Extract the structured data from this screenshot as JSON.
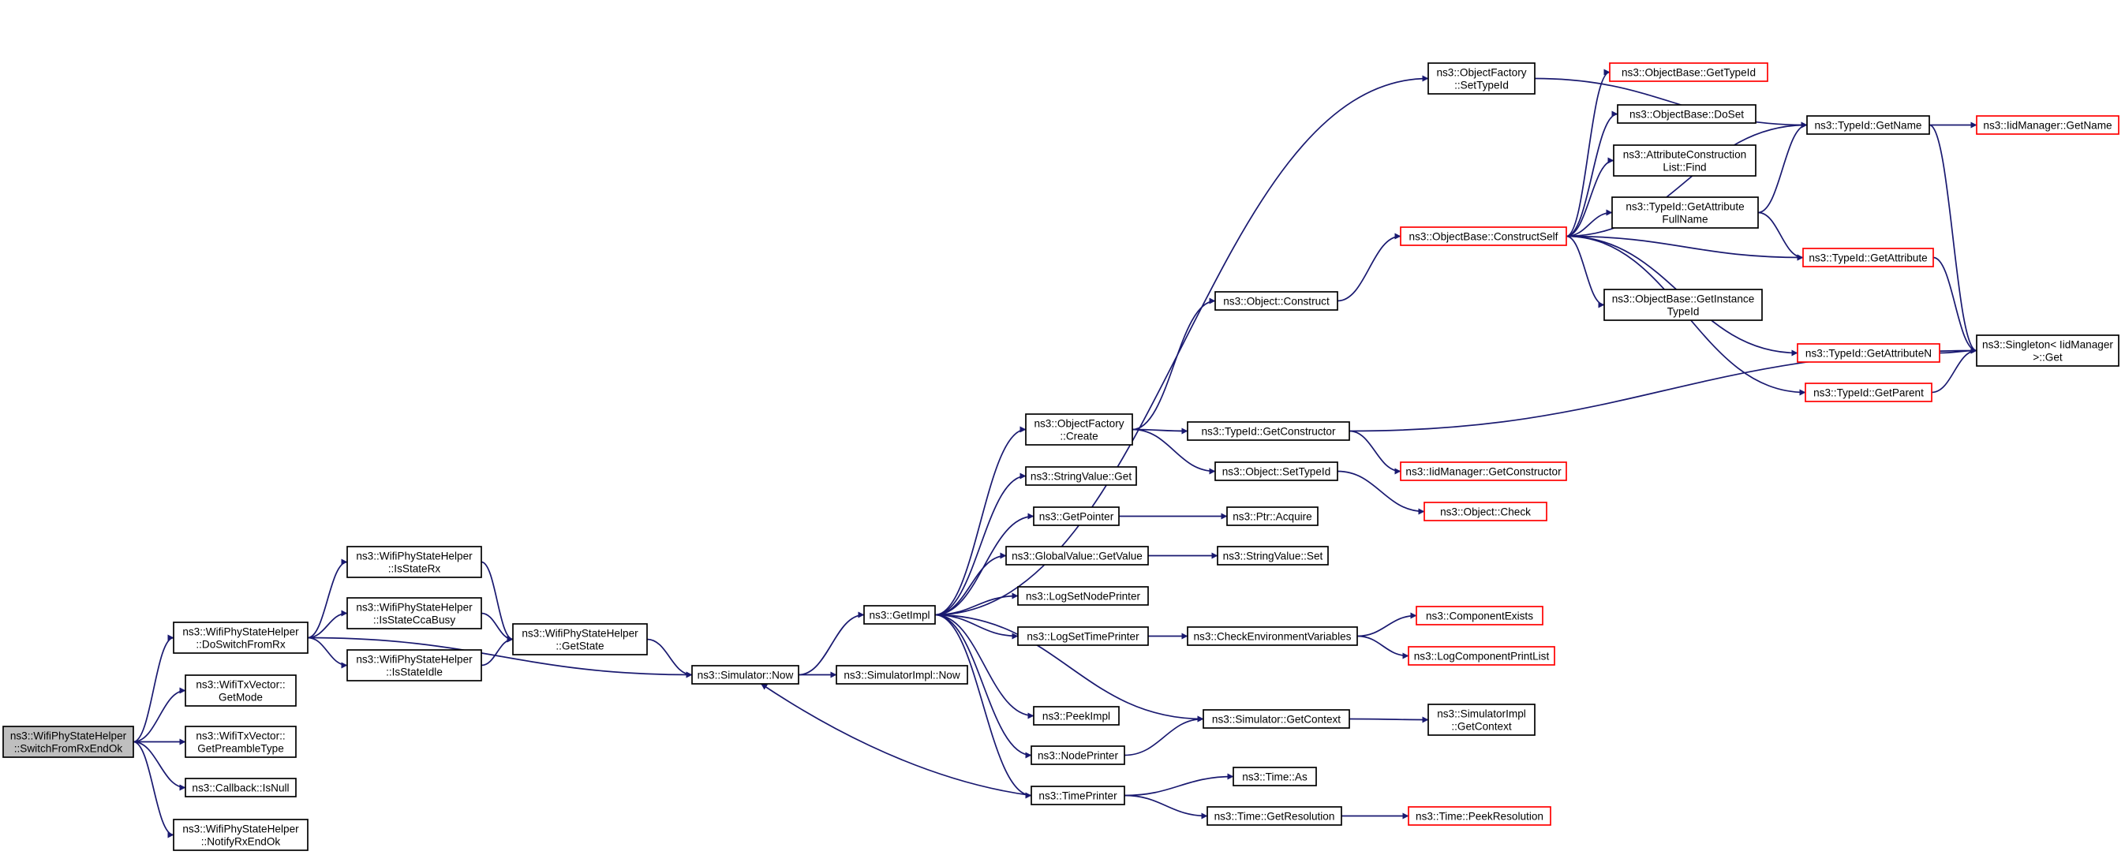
{
  "graph": {
    "edge_color": "#191970",
    "node_border_color": "#000000",
    "truncated_node_border_color": "#ff0000",
    "root_fill_color": "#bfbfbf",
    "nodes": [
      {
        "id": "root",
        "lines": [
          "ns3::WifiPhyStateHelper",
          "::SwitchFromRxEndOk"
        ],
        "style": "root"
      },
      {
        "id": "doSwitch",
        "lines": [
          "ns3::WifiPhyStateHelper",
          "::DoSwitchFromRx"
        ]
      },
      {
        "id": "getMode",
        "lines": [
          "ns3::WifiTxVector::",
          "GetMode"
        ]
      },
      {
        "id": "getPreamble",
        "lines": [
          "ns3::WifiTxVector::",
          "GetPreambleType"
        ]
      },
      {
        "id": "isNull",
        "lines": [
          "ns3::Callback::IsNull"
        ]
      },
      {
        "id": "notifyRx",
        "lines": [
          "ns3::WifiPhyStateHelper",
          "::NotifyRxEndOk"
        ]
      },
      {
        "id": "isStateRx",
        "lines": [
          "ns3::WifiPhyStateHelper",
          "::IsStateRx"
        ]
      },
      {
        "id": "isStateCca",
        "lines": [
          "ns3::WifiPhyStateHelper",
          "::IsStateCcaBusy"
        ]
      },
      {
        "id": "isStateIdle",
        "lines": [
          "ns3::WifiPhyStateHelper",
          "::IsStateIdle"
        ]
      },
      {
        "id": "getState",
        "lines": [
          "ns3::WifiPhyStateHelper",
          "::GetState"
        ]
      },
      {
        "id": "simNow",
        "lines": [
          "ns3::Simulator::Now"
        ]
      },
      {
        "id": "simImplNow",
        "lines": [
          "ns3::SimulatorImpl::Now"
        ]
      },
      {
        "id": "getImpl",
        "lines": [
          "ns3::GetImpl"
        ]
      },
      {
        "id": "ofCreate",
        "lines": [
          "ns3::ObjectFactory",
          "::Create"
        ]
      },
      {
        "id": "ofSetTypeId",
        "lines": [
          "ns3::ObjectFactory",
          "::SetTypeId"
        ]
      },
      {
        "id": "strValGet",
        "lines": [
          "ns3::StringValue::Get"
        ]
      },
      {
        "id": "getPointer",
        "lines": [
          "ns3::GetPointer"
        ]
      },
      {
        "id": "gvGetValue",
        "lines": [
          "ns3::GlobalValue::GetValue"
        ]
      },
      {
        "id": "logSetNode",
        "lines": [
          "ns3::LogSetNodePrinter"
        ]
      },
      {
        "id": "logSetTime",
        "lines": [
          "ns3::LogSetTimePrinter"
        ]
      },
      {
        "id": "peekImpl",
        "lines": [
          "ns3::PeekImpl"
        ]
      },
      {
        "id": "nodePrinter",
        "lines": [
          "ns3::NodePrinter"
        ]
      },
      {
        "id": "timePrinter",
        "lines": [
          "ns3::TimePrinter"
        ]
      },
      {
        "id": "objConstruct",
        "lines": [
          "ns3::Object::Construct"
        ]
      },
      {
        "id": "tidGetCtor",
        "lines": [
          "ns3::TypeId::GetConstructor"
        ]
      },
      {
        "id": "objSetTypeId",
        "lines": [
          "ns3::Object::SetTypeId"
        ]
      },
      {
        "id": "ptrAcquire",
        "lines": [
          "ns3::Ptr::Acquire"
        ]
      },
      {
        "id": "strValSet",
        "lines": [
          "ns3::StringValue::Set"
        ]
      },
      {
        "id": "checkEnv",
        "lines": [
          "ns3::CheckEnvironmentVariables"
        ]
      },
      {
        "id": "simGetCtx",
        "lines": [
          "ns3::Simulator::GetContext"
        ]
      },
      {
        "id": "timeAs",
        "lines": [
          "ns3::Time::As"
        ]
      },
      {
        "id": "timeGetRes",
        "lines": [
          "ns3::Time::GetResolution"
        ]
      },
      {
        "id": "obConstructSelf",
        "lines": [
          "ns3::ObjectBase::ConstructSelf"
        ],
        "style": "red"
      },
      {
        "id": "iidGetCtor",
        "lines": [
          "ns3::IidManager::GetConstructor"
        ],
        "style": "red"
      },
      {
        "id": "objCheck",
        "lines": [
          "ns3::Object::Check"
        ],
        "style": "red"
      },
      {
        "id": "compExists",
        "lines": [
          "ns3::ComponentExists"
        ],
        "style": "red"
      },
      {
        "id": "logCompPrint",
        "lines": [
          "ns3::LogComponentPrintList"
        ],
        "style": "red"
      },
      {
        "id": "simImplGetCtx",
        "lines": [
          "ns3::SimulatorImpl",
          "::GetContext"
        ]
      },
      {
        "id": "timePeekRes",
        "lines": [
          "ns3::Time::PeekResolution"
        ],
        "style": "red"
      },
      {
        "id": "obGetTypeId",
        "lines": [
          "ns3::ObjectBase::GetTypeId"
        ],
        "style": "red"
      },
      {
        "id": "obDoSet",
        "lines": [
          "ns3::ObjectBase::DoSet"
        ]
      },
      {
        "id": "attrFind",
        "lines": [
          "ns3::AttributeConstruction",
          "List::Find"
        ]
      },
      {
        "id": "tidGetAttrFull",
        "lines": [
          "ns3::TypeId::GetAttribute",
          "FullName"
        ]
      },
      {
        "id": "obGetInstTid",
        "lines": [
          "ns3::ObjectBase::GetInstance",
          "TypeId"
        ]
      },
      {
        "id": "tidGetName",
        "lines": [
          "ns3::TypeId::GetName"
        ]
      },
      {
        "id": "tidGetAttr",
        "lines": [
          "ns3::TypeId::GetAttribute"
        ],
        "style": "red"
      },
      {
        "id": "tidGetAttrN",
        "lines": [
          "ns3::TypeId::GetAttributeN"
        ],
        "style": "red"
      },
      {
        "id": "tidGetParent",
        "lines": [
          "ns3::TypeId::GetParent"
        ],
        "style": "red"
      },
      {
        "id": "iidGetName",
        "lines": [
          "ns3::IidManager::GetName"
        ],
        "style": "red"
      },
      {
        "id": "singletonGet",
        "lines": [
          "ns3::Singleton< IidManager",
          " >::Get"
        ]
      }
    ],
    "edges": [
      [
        "root",
        "doSwitch"
      ],
      [
        "root",
        "getMode"
      ],
      [
        "root",
        "getPreamble"
      ],
      [
        "root",
        "isNull"
      ],
      [
        "root",
        "notifyRx"
      ],
      [
        "doSwitch",
        "isStateRx"
      ],
      [
        "doSwitch",
        "isStateCca"
      ],
      [
        "doSwitch",
        "isStateIdle"
      ],
      [
        "doSwitch",
        "simNow"
      ],
      [
        "isStateRx",
        "getState"
      ],
      [
        "isStateCca",
        "getState"
      ],
      [
        "isStateIdle",
        "getState"
      ],
      [
        "getState",
        "simNow"
      ],
      [
        "simNow",
        "getImpl"
      ],
      [
        "simNow",
        "simImplNow"
      ],
      [
        "getImpl",
        "ofSetTypeId"
      ],
      [
        "getImpl",
        "ofCreate"
      ],
      [
        "getImpl",
        "strValGet"
      ],
      [
        "getImpl",
        "getPointer"
      ],
      [
        "getImpl",
        "gvGetValue"
      ],
      [
        "getImpl",
        "logSetNode"
      ],
      [
        "getImpl",
        "logSetTime"
      ],
      [
        "getImpl",
        "simGetCtx"
      ],
      [
        "getImpl",
        "peekImpl"
      ],
      [
        "getImpl",
        "nodePrinter"
      ],
      [
        "getImpl",
        "timePrinter"
      ],
      [
        "ofCreate",
        "objConstruct"
      ],
      [
        "ofCreate",
        "tidGetCtor"
      ],
      [
        "ofCreate",
        "objSetTypeId"
      ],
      [
        "getPointer",
        "ptrAcquire"
      ],
      [
        "gvGetValue",
        "strValSet"
      ],
      [
        "logSetTime",
        "checkEnv"
      ],
      [
        "checkEnv",
        "compExists"
      ],
      [
        "checkEnv",
        "logCompPrint"
      ],
      [
        "nodePrinter",
        "simGetCtx"
      ],
      [
        "simGetCtx",
        "simImplGetCtx"
      ],
      [
        "timePrinter",
        "simNow"
      ],
      [
        "timePrinter",
        "timeAs"
      ],
      [
        "timePrinter",
        "timeGetRes"
      ],
      [
        "timeGetRes",
        "timePeekRes"
      ],
      [
        "objConstruct",
        "obConstructSelf"
      ],
      [
        "tidGetCtor",
        "iidGetCtor"
      ],
      [
        "tidGetCtor",
        "singletonGet"
      ],
      [
        "objSetTypeId",
        "objCheck"
      ],
      [
        "ofSetTypeId",
        "tidGetName"
      ],
      [
        "obConstructSelf",
        "obGetTypeId"
      ],
      [
        "obConstructSelf",
        "obDoSet"
      ],
      [
        "obConstructSelf",
        "attrFind"
      ],
      [
        "obConstructSelf",
        "tidGetAttrFull"
      ],
      [
        "obConstructSelf",
        "obGetInstTid"
      ],
      [
        "obConstructSelf",
        "tidGetAttr"
      ],
      [
        "obConstructSelf",
        "tidGetAttrN"
      ],
      [
        "obConstructSelf",
        "tidGetParent"
      ],
      [
        "obConstructSelf",
        "tidGetName"
      ],
      [
        "tidGetAttrFull",
        "tidGetName"
      ],
      [
        "tidGetAttrFull",
        "tidGetAttr"
      ],
      [
        "tidGetName",
        "iidGetName"
      ],
      [
        "tidGetName",
        "singletonGet"
      ],
      [
        "tidGetAttr",
        "singletonGet"
      ],
      [
        "tidGetAttrN",
        "singletonGet"
      ],
      [
        "tidGetParent",
        "singletonGet"
      ]
    ]
  }
}
